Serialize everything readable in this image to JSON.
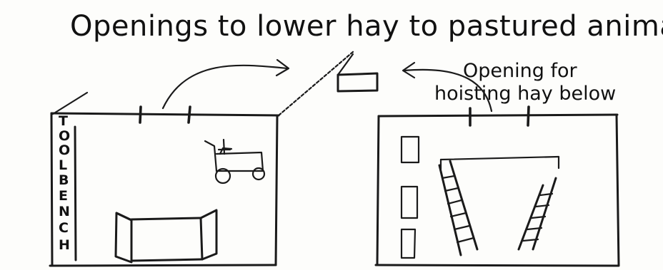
{
  "labels": {
    "title": "Openings to lower hay to pastured animals",
    "opening_line1": "Opening for",
    "opening_line2": "hoisting hay below",
    "toolbench_letters": [
      "T",
      "O",
      "O",
      "L",
      "B",
      "E",
      "N",
      "C",
      "H"
    ]
  },
  "colors": {
    "ink": "#1a1a1a",
    "paper": "#fdfdfb"
  }
}
